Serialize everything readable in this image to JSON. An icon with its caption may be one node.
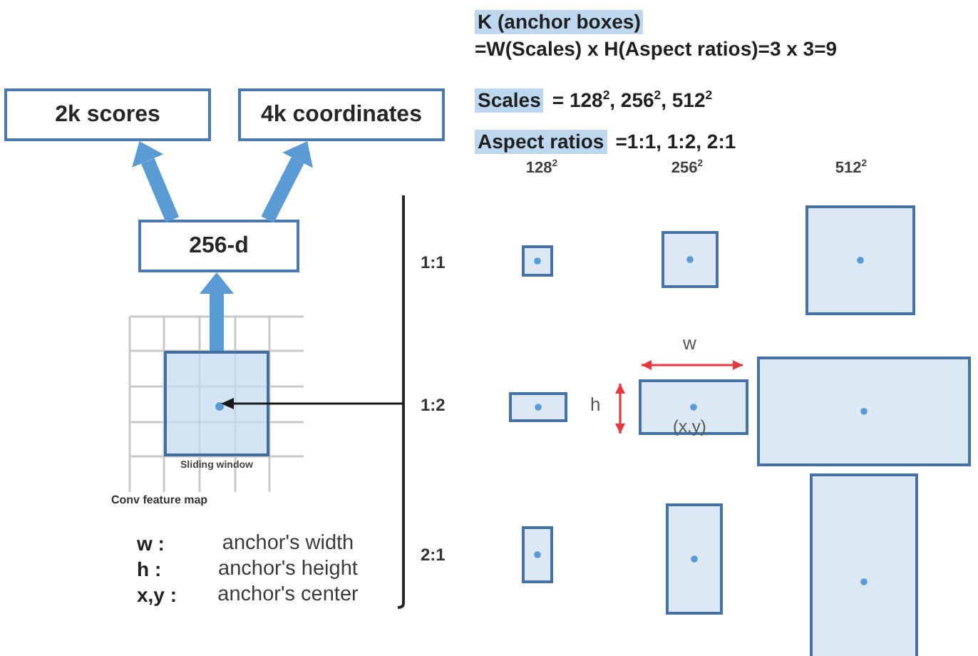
{
  "diagram": {
    "nodes": [
      {
        "text": [
          "2k scores"
        ]
      },
      {
        "text": [
          "4k coordinates"
        ]
      },
      {
        "text": [
          "256-d"
        ]
      },
      {
        "text": [
          "Conv feature map"
        ]
      },
      {
        "text": [],
        "shape": "box",
        "in": 3,
        "beside": [
          "Sliding window"
        ]
      },
      {
        "text": [],
        "shape": "circle",
        "in": 4
      }
    ],
    "edges": [
      {
        "from": 2,
        "to": 0,
        "arrow": "to"
      },
      {
        "from": 2,
        "to": 1,
        "arrow": "to"
      },
      {
        "from": 4,
        "to": 2,
        "arrow": "to"
      },
      {
        "from": null,
        "to": 5,
        "arrow": "to",
        "color": "#1a1a1a"
      }
    ],
    "labels": [
      "K (anchor boxes)",
      "=W(Scales) x H(Aspect ratios)=3 x 3=9",
      "Scales",
      "= 128$^{2}$, 256$^{2}$, 512$^{2}$",
      "Aspect ratios",
      "=1:1, 1:2, 2:1",
      "128$^{2}$",
      "256$^{2}$",
      "512$^{2}$",
      "1:1",
      "w",
      "1:2",
      "h",
      "(x,y)",
      "2:1",
      "w :",
      "anchor's width",
      "h :",
      "anchor's height",
      "x,y :",
      "anchor's center"
    ]
  }
}
